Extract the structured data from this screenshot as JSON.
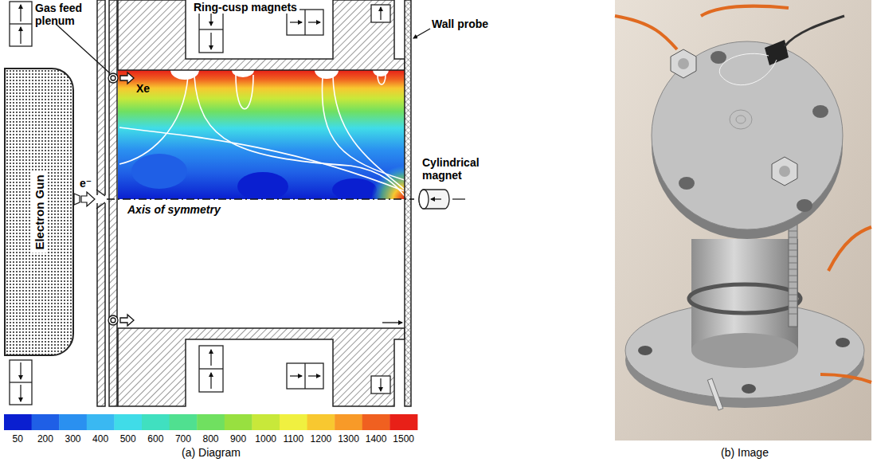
{
  "diagram": {
    "nodes": [
      {
        "text": [
          "Electron Gun"
        ]
      }
    ],
    "labels": [
      "Gas feed plenum",
      "Ring-cusp magnets",
      "Wall probe",
      "Cylindrical magnet",
      "Xe",
      "e⁻",
      "Axis of symmetry",
      "50",
      "200",
      "300",
      "400",
      "500",
      "600",
      "700",
      "800",
      "900",
      "1000",
      "1100",
      "1200",
      "1300",
      "1400",
      "1500",
      "(a) Diagram",
      "(b) Image"
    ]
  }
}
